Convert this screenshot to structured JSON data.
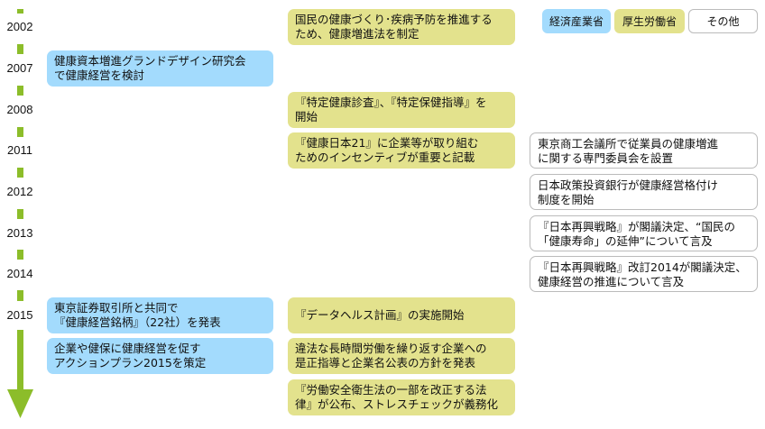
{
  "years": [
    "2002",
    "2007",
    "2008",
    "2011",
    "2012",
    "2013",
    "2014",
    "2015"
  ],
  "legend": {
    "meti": "経済産業省",
    "mhlw": "厚生労働省",
    "other": "その他"
  },
  "colors": {
    "meti": "#a3dbfd",
    "mhlw": "#e3e28d",
    "other": "#ffffff",
    "timeline": "#8cbd2a"
  },
  "events": {
    "e2002_mhlw": [
      "国民の健康づくり･疾病予防を推進する",
      "ため、健康増進法を制定"
    ],
    "e2007_meti": [
      "健康資本増進グランドデザイン研究会",
      "で健康経営を検討"
    ],
    "e2008_mhlw": [
      "『特定健康診査』、『特定保健指導』を",
      "開始"
    ],
    "e2011_mhlw": [
      "『健康日本21』に企業等が取り組む",
      "ためのインセンティブが重要と記載"
    ],
    "e2011_other": [
      "東京商工会議所で従業員の健康増進",
      "に関する専門委員会を設置"
    ],
    "e2012_other": [
      "日本政策投資銀行が健康経営格付け",
      "制度を開始"
    ],
    "e2013_other": [
      "『日本再興戦略』が閣議決定、“国民の",
      "「健康寿命」の延伸”について言及"
    ],
    "e2014_other": [
      "『日本再興戦略』改訂2014が閣議決定、",
      "健康経営の推進について言及"
    ],
    "e2015_meti_1": [
      "東京証券取引所と共同で",
      "『健康経営銘柄』（22社）を発表"
    ],
    "e2015_mhlw_1": [
      "『データヘルス計画』の実施開始"
    ],
    "e2015_meti_2": [
      "企業や健保に健康経営を促す",
      "アクションプラン2015を策定"
    ],
    "e2015_mhlw_2": [
      "違法な長時間労働を繰り返す企業への",
      "是正指導と企業名公表の方針を発表"
    ],
    "e2015_mhlw_3": [
      "『労働安全衛生法の一部を改正する法",
      "律』が公布、ストレスチェックが義務化"
    ]
  }
}
